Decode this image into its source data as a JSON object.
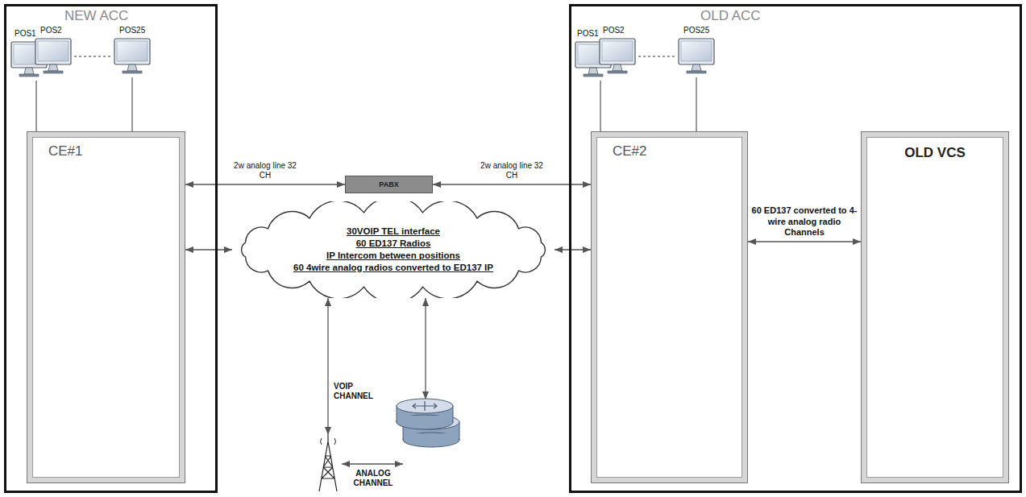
{
  "diagram": {
    "nodes": [
      {
        "text": [
          "NEW ACC"
        ]
      },
      {
        "text": [
          "CE#1"
        ],
        "in": 0
      },
      {
        "text": [
          "OLD ACC"
        ]
      },
      {
        "text": [
          "CE#2"
        ],
        "in": 2
      },
      {
        "text": [
          "OLD VCS"
        ],
        "in": 2
      },
      {
        "text": [
          "PABX"
        ]
      },
      {
        "text": [
          "30VOIP TEL interface",
          "60 ED137 Radios",
          "IP Intercom between positions",
          "60 4wire analog radios converted to ED137 IP"
        ]
      }
    ],
    "edges": [
      {
        "from": 1,
        "to": 5,
        "label": "2w analog line 32 CH",
        "arrow": "both"
      },
      {
        "from": 5,
        "to": 3,
        "label": "2w analog line 32 CH",
        "arrow": "both"
      },
      {
        "from": 1,
        "to": 6,
        "arrow": "both"
      },
      {
        "from": 6,
        "to": 3,
        "arrow": "both"
      },
      {
        "from": 3,
        "to": 4,
        "label": "60 ED137 converted to 4-wire analog radio Channels",
        "arrow": "both"
      }
    ],
    "labels": [
      "POS1",
      "POS2",
      "POS25",
      "POS1",
      "POS2",
      "POS25",
      "VOIP CHANNEL",
      "ANALOG CHANNEL"
    ]
  }
}
